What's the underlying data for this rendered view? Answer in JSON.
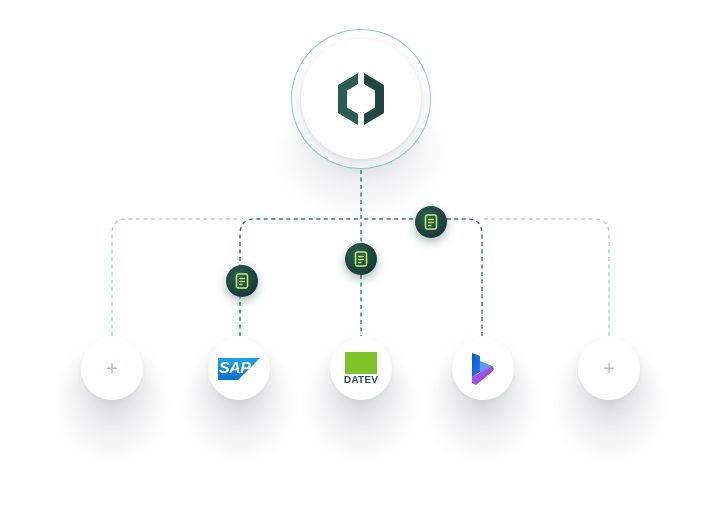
{
  "hub": {
    "logo": "hexagon-bracket-logo",
    "color": "#2d5c52"
  },
  "connectors": {
    "line_color": "#2f7d6e",
    "faint_line_color": "#a9d6cc"
  },
  "badges": {
    "icon": "document-icon",
    "bg_color": "#1e4540",
    "icon_color": "#c8f060"
  },
  "nodes": [
    {
      "id": "add-left",
      "icon": "plus-icon",
      "text": "+"
    },
    {
      "id": "sap",
      "logo": "sap-logo",
      "text": "SAP",
      "color": "#0a6ed1"
    },
    {
      "id": "datev",
      "logo": "datev-logo",
      "text": "DATEV",
      "color": "#7ec429"
    },
    {
      "id": "dynamics",
      "logo": "dynamics-logo",
      "color": "#5b4fd6"
    },
    {
      "id": "add-right",
      "icon": "plus-icon",
      "text": "+"
    }
  ]
}
